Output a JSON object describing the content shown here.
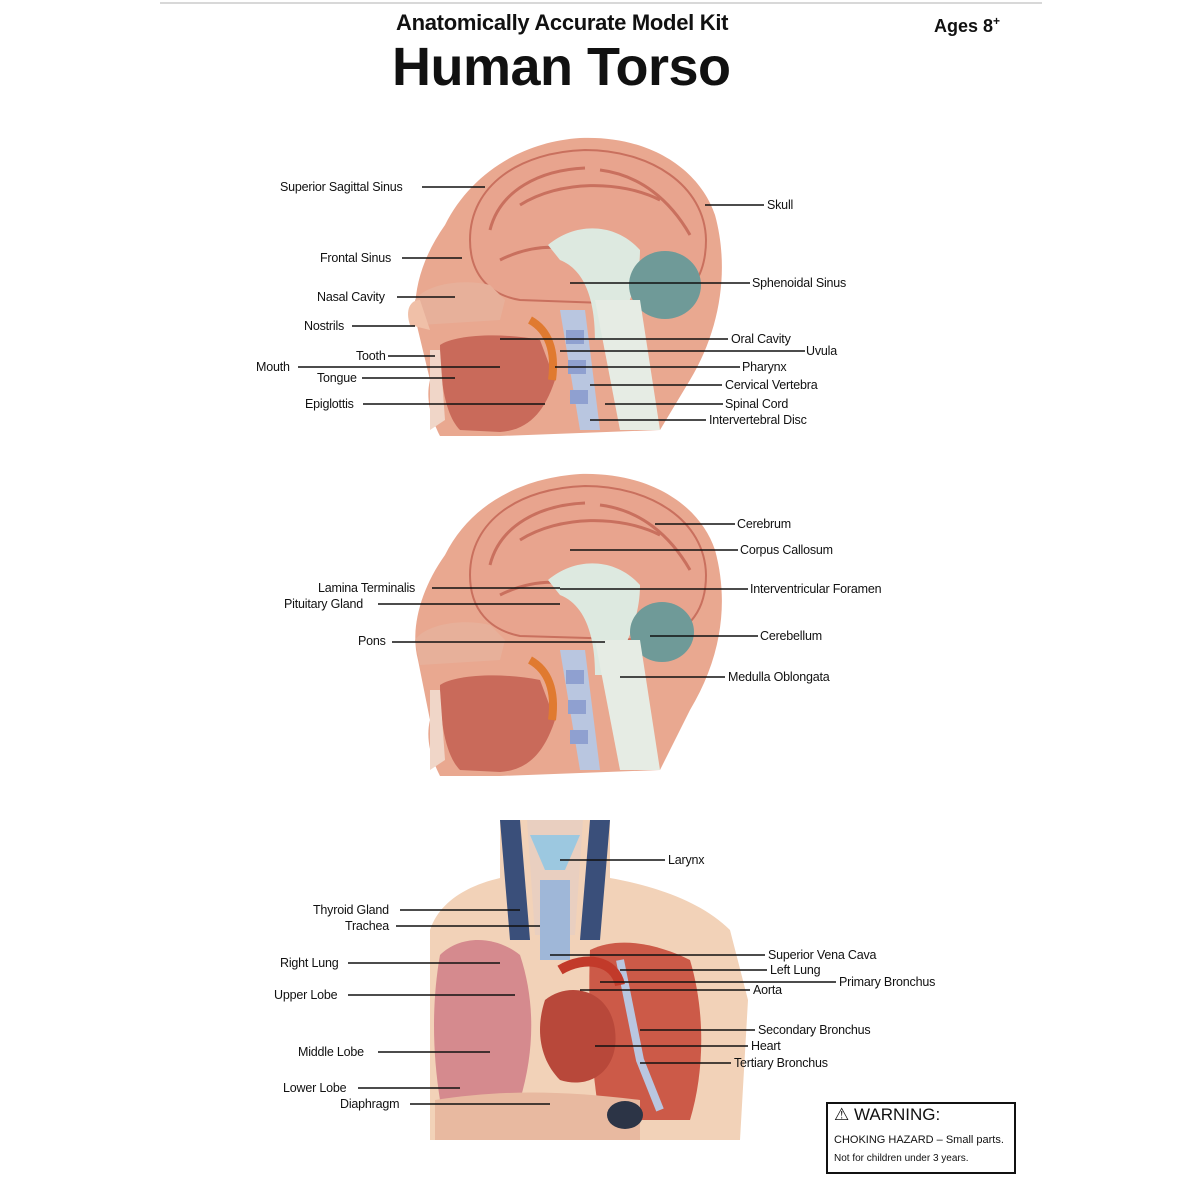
{
  "header": {
    "subtitle": "Anatomically Accurate Model Kit",
    "title": "Human Torso",
    "ages": "Ages 8",
    "ages_sup": "+"
  },
  "head_labels": {
    "superior_sagittal_sinus": "Superior Sagittal Sinus",
    "skull": "Skull",
    "frontal_sinus": "Frontal Sinus",
    "sphenoidal_sinus": "Sphenoidal Sinus",
    "nasal_cavity": "Nasal Cavity",
    "nostrils": "Nostrils",
    "oral_cavity": "Oral Cavity",
    "uvula": "Uvula",
    "tooth": "Tooth",
    "mouth": "Mouth",
    "pharynx": "Pharynx",
    "tongue": "Tongue",
    "cervical_vertebra": "Cervical Vertebra",
    "epiglottis": "Epiglottis",
    "spinal_cord": "Spinal Cord",
    "intervertebral_disc": "Intervertebral Disc"
  },
  "brain_labels": {
    "cerebrum": "Cerebrum",
    "corpus_callosum": "Corpus Callosum",
    "lamina_terminalis": "Lamina Terminalis",
    "interventricular_foramen": "Interventricular Foramen",
    "pituitary_gland": "Pituitary Gland",
    "cerebellum": "Cerebellum",
    "pons": "Pons",
    "medulla_oblongata": "Medulla Oblongata"
  },
  "torso_labels": {
    "larynx": "Larynx",
    "thyroid_gland": "Thyroid Gland",
    "trachea": "Trachea",
    "superior_vena_cava": "Superior Vena Cava",
    "right_lung": "Right Lung",
    "left_lung": "Left Lung",
    "primary_bronchus": "Primary Bronchus",
    "upper_lobe": "Upper Lobe",
    "aorta": "Aorta",
    "secondary_bronchus": "Secondary Bronchus",
    "heart": "Heart",
    "middle_lobe": "Middle Lobe",
    "tertiary_bronchus": "Tertiary Bronchus",
    "lower_lobe": "Lower Lobe",
    "diaphragm": "Diaphragm"
  },
  "warning": {
    "heading": "WARNING:",
    "line1": "CHOKING HAZARD – Small parts.",
    "line2": "Not for children under 3 years."
  },
  "colors": {
    "brain": "#e8a48e",
    "brain_fold": "#c9705e",
    "tissue": "#d9826e",
    "skin": "#f0c0a8",
    "cerebellum": "#6f9a98",
    "spinal": "#dfe8e0",
    "lung": "#d58a8e",
    "heart": "#b8483a",
    "vein": "#3a4f7a",
    "body": "#f2d2b8"
  }
}
